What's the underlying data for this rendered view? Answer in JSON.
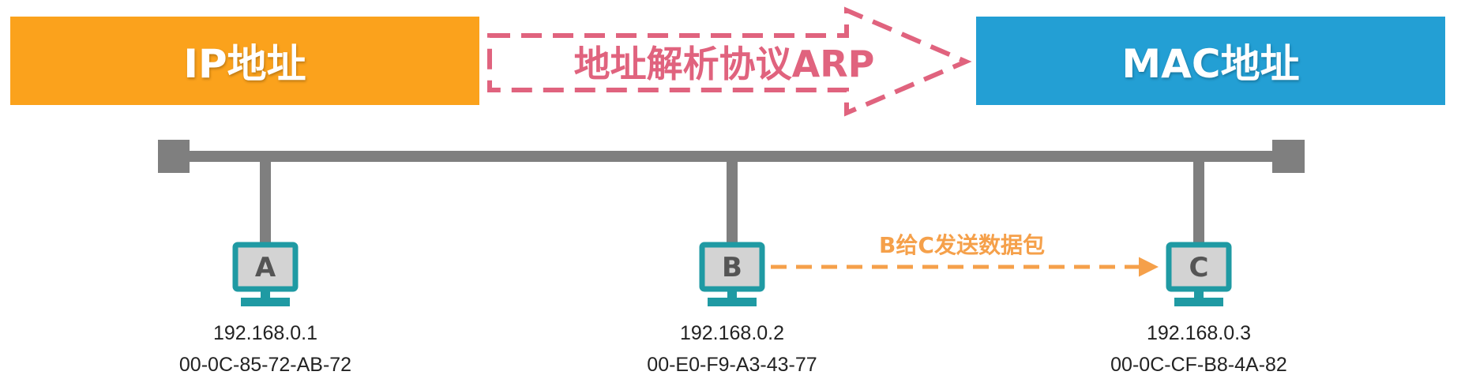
{
  "banners": {
    "ip_label": "IP地址",
    "mac_label": "MAC地址",
    "arp_label": "地址解析协议ARP"
  },
  "colors": {
    "ip_banner": "#fba21c",
    "mac_banner": "#239fd4",
    "arp_arrow": "#e0637e",
    "bus": "#7f7f7f",
    "monitor_frame": "#1f9aa3",
    "send_arrow": "#f5a04a"
  },
  "nodes": [
    {
      "letter": "A",
      "ip": "192.168.0.1",
      "mac": "00-0C-85-72-AB-72"
    },
    {
      "letter": "B",
      "ip": "192.168.0.2",
      "mac": "00-E0-F9-A3-43-77"
    },
    {
      "letter": "C",
      "ip": "192.168.0.3",
      "mac": "00-0C-CF-B8-4A-82"
    }
  ],
  "send_label": "B给C发送数据包"
}
